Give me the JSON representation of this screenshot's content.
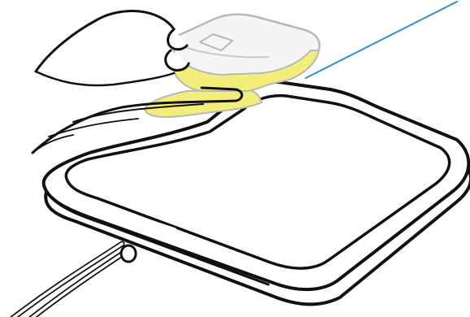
{
  "illustration": {
    "colors": {
      "outline": "#111111",
      "device_fill": "#F3EE7A",
      "device_body": "#F5F5F5",
      "device_outline": "#B8B8B8",
      "pointer_line": "#2E8FD1",
      "pad_fill": "#FFFFFF"
    },
    "elements": [
      "hand",
      "handheld-device",
      "pressure-pad",
      "cable",
      "pointer-line"
    ]
  }
}
